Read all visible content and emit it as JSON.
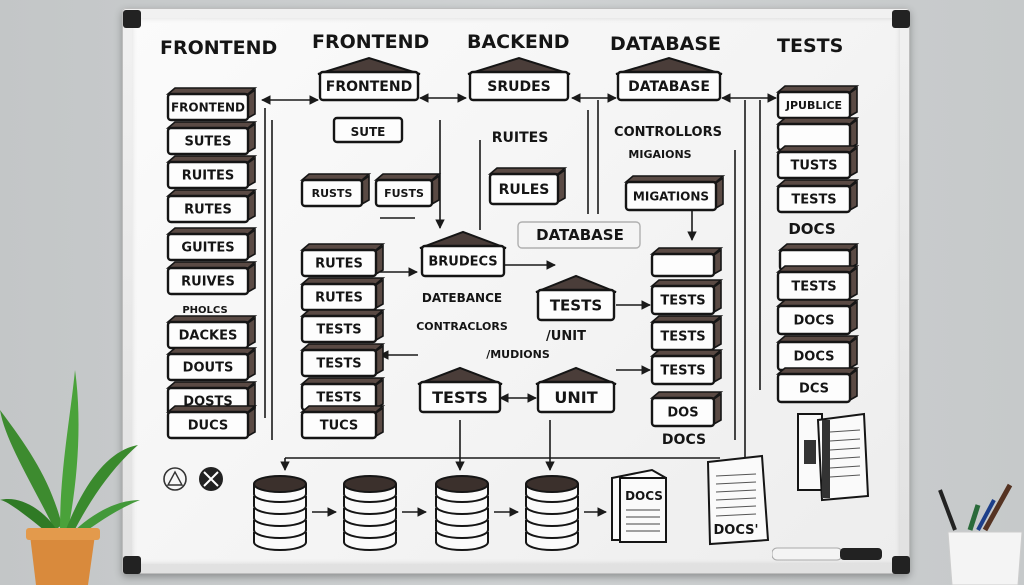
{
  "headers": [
    "FRONTEND",
    "FRONTEND",
    "BACKEND",
    "DATABASE",
    "TESTS"
  ],
  "col1": [
    "FRONTEND",
    "SUTES",
    "RUITES",
    "RUTES",
    "GUITES",
    "RUIVES",
    "PHOLCS",
    "DACKES",
    "DOUTS",
    "DOSTS",
    "DUCS"
  ],
  "col2_top": {
    "roof": "FRONTEND",
    "sub": "SUTE"
  },
  "col2_small": [
    "RUSTS",
    "FUSTS"
  ],
  "col2_stack": [
    "RUTES",
    "RUTES",
    "TESTS",
    "TESTS",
    "TESTS",
    "TUCS"
  ],
  "col3_top": {
    "roof": "SRUDES",
    "sub": "RUITES"
  },
  "col3_rules": "RULES",
  "col3_mid": {
    "roof": "BRUDECS",
    "line1": "DATEBANCE",
    "line2": "CONTRACLORS",
    "line3": "/MUDIONS"
  },
  "col3_unit_tests": "TESTS",
  "col3_unit_label": "/UNIT",
  "col3_bottom": [
    "TESTS",
    "UNIT"
  ],
  "col4_top": {
    "roof": "DATABASE",
    "line1": "CONTROLLORS",
    "line2": "MIGAIONS"
  },
  "col4_migrations": "MIGATIONS",
  "col4_database_label": "DATABASE",
  "col4_stack": [
    "TESTS",
    "TESTS",
    "TESTS",
    "DOS"
  ],
  "col4_docs": "DOCS",
  "col5": [
    "JPUBLICE",
    "",
    "TUSTS",
    "TESTS"
  ],
  "col5_docs_label": "DOCS",
  "col5_stack": [
    "TESTS",
    "DOCS",
    "DOCS",
    "DCS"
  ],
  "bottom_docs": [
    "DOCS",
    "DOCS'"
  ],
  "colors": {
    "ink": "#151515",
    "cap": "#5a4a44",
    "plant": "#3d8b2f",
    "pot": "#d98a3c"
  }
}
